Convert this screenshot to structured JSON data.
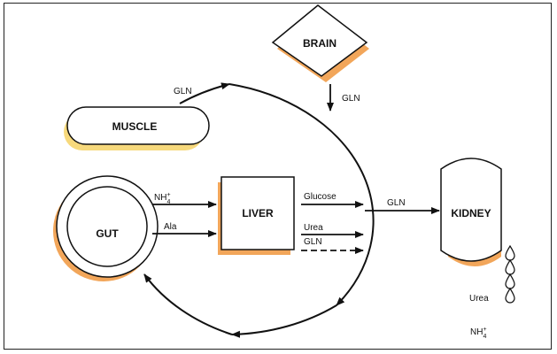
{
  "nodes": {
    "brain": "BRAIN",
    "muscle": "MUSCLE",
    "gut": "GUT",
    "liver": "LIVER",
    "kidney": "KIDNEY"
  },
  "edges": {
    "muscle_gln": "GLN",
    "brain_gln": "GLN",
    "kidney_gln": "GLN",
    "gut_nh4": "NH",
    "gut_ala": "Ala",
    "liver_glucose": "Glucose",
    "liver_urea": "Urea",
    "liver_gln": "GLN"
  },
  "outputs": {
    "urea": "Urea",
    "nh4": "NH"
  },
  "ammonium": {
    "superscript": "+",
    "subscript": "4"
  },
  "colors": {
    "shadow": "#f2a65a",
    "line": "#111111"
  }
}
